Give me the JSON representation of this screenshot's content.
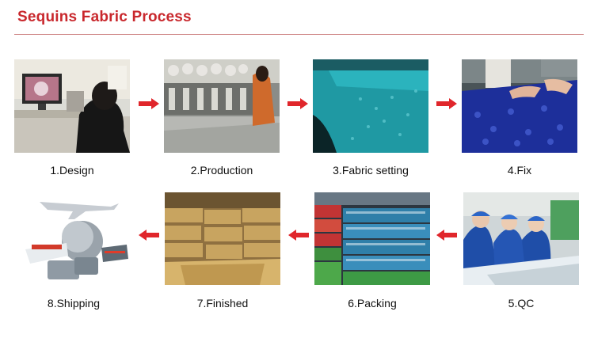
{
  "page": {
    "title": "Sequins Fabric Process"
  },
  "colors": {
    "accent": "#c9282d",
    "arrow": "#e0262b"
  },
  "steps": [
    {
      "label": "1.Design",
      "icon": "design-office-photo"
    },
    {
      "label": "2.Production",
      "icon": "embroidery-machine-photo"
    },
    {
      "label": "3.Fabric setting",
      "icon": "teal-sequin-fabric-photo"
    },
    {
      "label": "4.Fix",
      "icon": "blue-sequin-fixing-photo"
    },
    {
      "label": "5.QC",
      "icon": "quality-control-workers-photo"
    },
    {
      "label": "6.Packing",
      "icon": "fabric-rolls-photo"
    },
    {
      "label": "7.Finished",
      "icon": "packed-bags-photo"
    },
    {
      "label": "8.Shipping",
      "icon": "shipping-transport-photo"
    }
  ]
}
